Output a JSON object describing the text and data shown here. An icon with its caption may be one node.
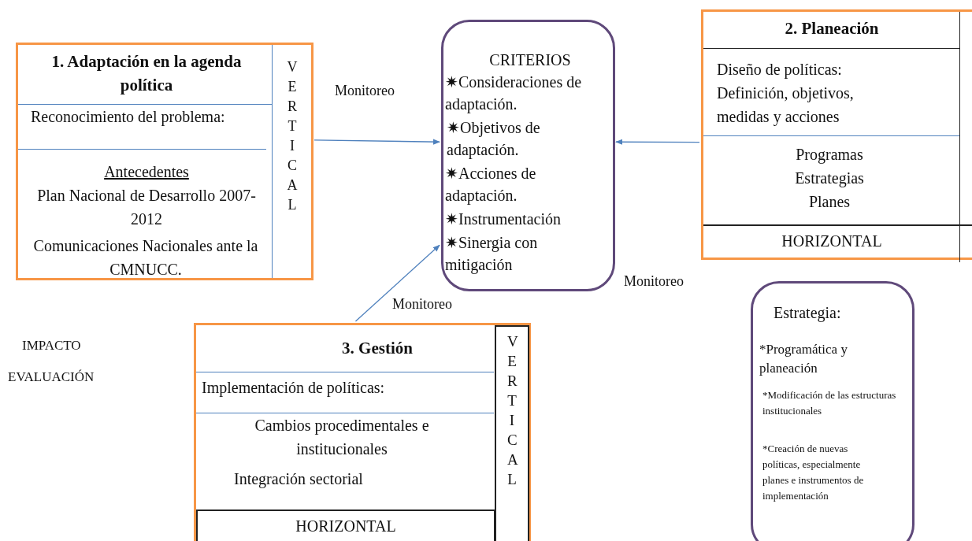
{
  "diagram": {
    "nodes": [
      {
        "text": [
          "1. Adaptación en la agenda política",
          "Reconocimiento del problema:",
          "Antecedentes",
          "Plan Nacional de Desarrollo 2007-2012",
          "Comunicaciones Nacionales ante la CMNUCC.",
          "VERTICAL"
        ]
      },
      {
        "text": [
          "CRITERIOS",
          "✷Consideraciones de adaptación.",
          "✷Objetivos de adaptación.",
          "✷Acciones de adaptación.",
          "✷Instrumentación",
          "✷Sinergia con mitigación"
        ]
      },
      {
        "text": [
          "2. Planeación",
          "Diseño de políticas: Definición, objetivos, medidas y acciones",
          "Programas Estrategias Planes",
          "HORIZONTAL"
        ]
      },
      {
        "text": [
          "3. Gestión",
          "Implementación de políticas:",
          "Cambios procedimentales e institucionales",
          "Integración sectorial",
          "HORIZONTAL",
          "VERTICAL"
        ]
      },
      {
        "text": [
          "Estrategia:",
          "*Programática y planeación",
          "*Modificación de las estructuras institucionales",
          "*Creación de nuevas políticas, especialmente planes e instrumentos de implementación"
        ]
      }
    ],
    "edges": [
      {
        "from": 0,
        "to": 1,
        "arrow": "to",
        "label": "Monitoreo"
      },
      {
        "from": 2,
        "to": 1,
        "arrow": "to"
      },
      {
        "from": 3,
        "to": 1,
        "arrow": "to",
        "label": "Monitoreo"
      }
    ],
    "labels": [
      "Monitoreo",
      "IMPACTO",
      "EVALUACIÓN"
    ]
  }
}
